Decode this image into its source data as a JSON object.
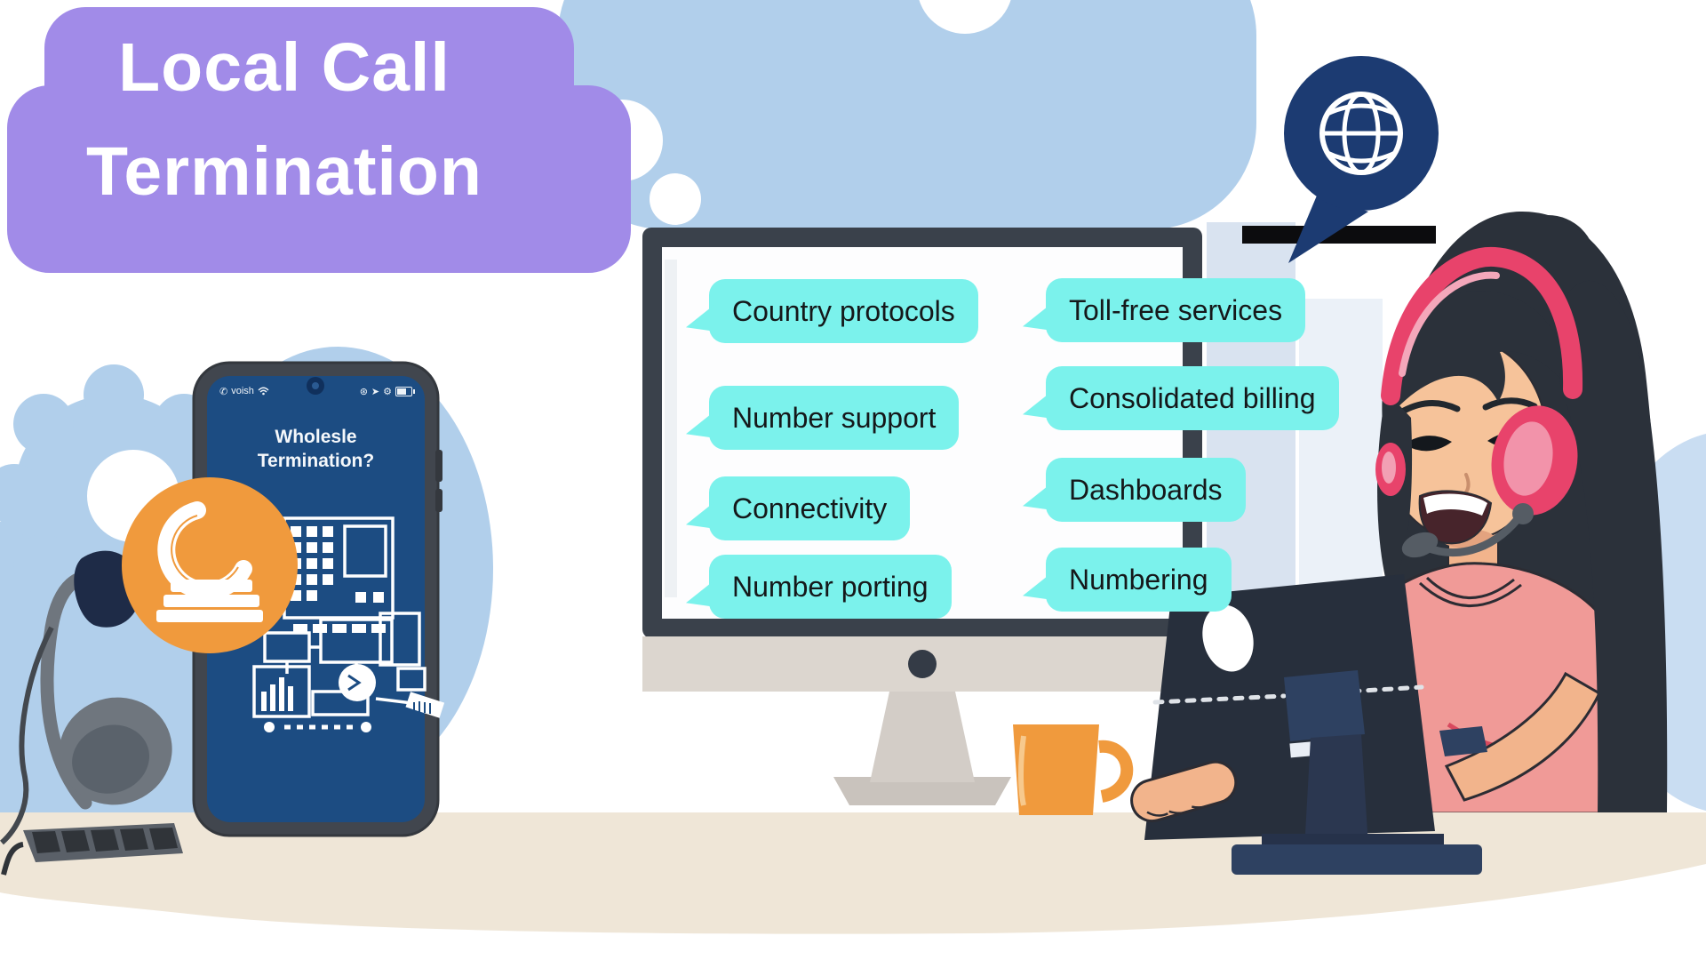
{
  "badge": {
    "line1": "Local Call",
    "line2": "Termination"
  },
  "phone": {
    "status": {
      "carrier": "voish",
      "glyph_handset": "✆",
      "glyph_globe": "⊛",
      "glyph_location": "➤",
      "glyph_gear": "⚙",
      "icons": [
        "handset-icon",
        "wifi-icon",
        "globe-icon",
        "location-icon",
        "gear-icon",
        "battery-icon"
      ]
    },
    "screen_question_line1": "Wholesle",
    "screen_question_line2": "Termination?"
  },
  "monitor": {
    "bubbles_left": [
      "Country protocols",
      "Number support",
      "Connectivity",
      "Number porting"
    ],
    "bubbles_right": [
      "Toll-free services",
      "Consolidated billing",
      "Dashboards",
      "Numbering"
    ]
  },
  "icons": {
    "globe_speech_bubble": "globe-icon",
    "orange_badge": "telephone-handset-icon",
    "desk_items": [
      "headphones-icon",
      "power-strip-icon",
      "coffee-mug-icon"
    ]
  },
  "colors": {
    "badge_purple": "#a18be8",
    "bubble_cyan": "#7bf2ec",
    "phone_screen_blue": "#1c4c82",
    "navy": "#1c3b72",
    "orange": "#f09a3d",
    "cloud_blue": "#b1cfeb",
    "desk_beige": "#efe6d7",
    "headset_pink": "#e8436b",
    "shirt_pink": "#f09a97",
    "monitor_frame": "#3a414b"
  }
}
